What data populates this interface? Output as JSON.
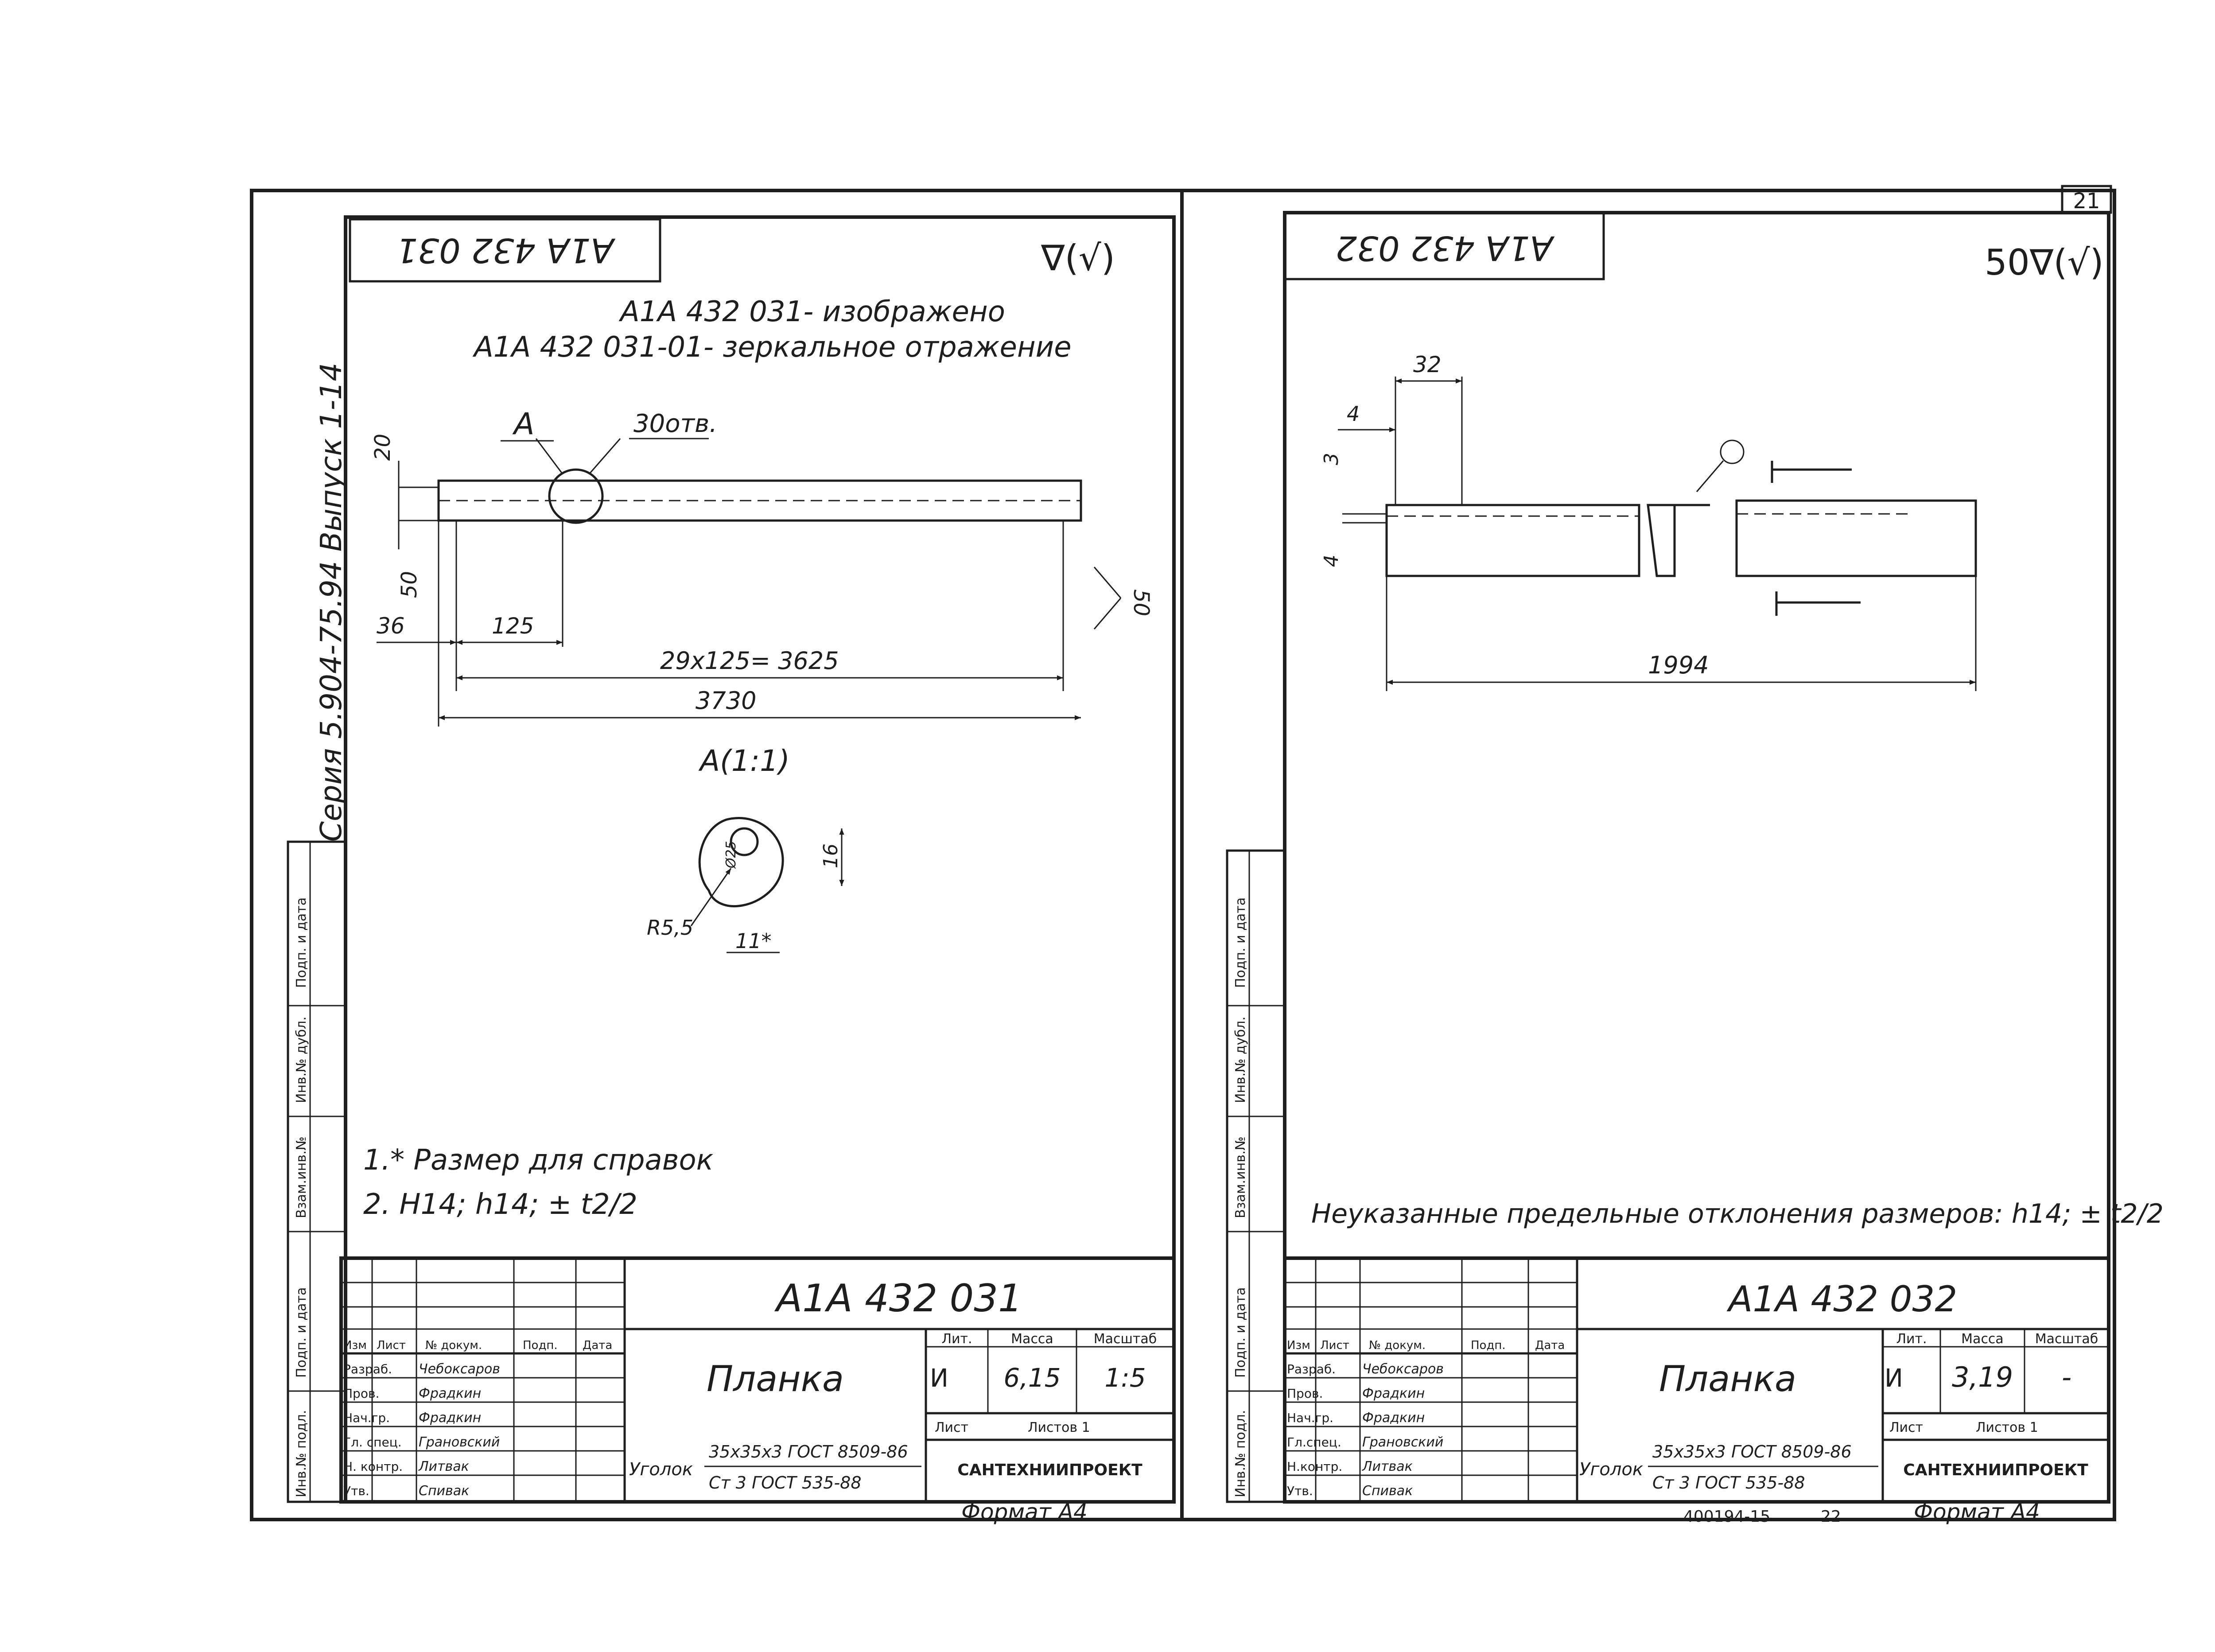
{
  "page_number": "21",
  "series_text": "Серия 5.904-75.94   Выпуск 1-14",
  "side_stamp_labels": [
    "Подп. и дата",
    "Инв.№ дубл.",
    "Взам.инв.№",
    "Подп. и дата",
    "Инв.№ подл."
  ],
  "left_sheet": {
    "stamp_code": "А1А 432 031",
    "roughness_left": "∇(√)",
    "header_line_1": "А1А 432 031- изображено",
    "header_line_2": "А1А 432 031-01- зеркальное отражение",
    "label_a": "А",
    "label_holes": "30отв.",
    "dim_20": "20",
    "dim_50_left": "50",
    "dim_50_right": "50",
    "dim_36": "36",
    "dim_125": "125",
    "dim_chain": "29х125= 3625",
    "dim_total": "3730",
    "view_label": "А(1:1)",
    "dim_r55": "R5,5",
    "dim_16": "16",
    "dim_11": "11*",
    "dim_d25": "Ø25",
    "note_1": "1.* Размер для справок",
    "note_2": "2. Н14; h14; ± t2/2",
    "title_code": "А1А 432 031",
    "title_name": "Планка",
    "col_headers": [
      "Изм",
      "Лист",
      "№ докум.",
      "Подп.",
      "Дата"
    ],
    "roles": [
      "Разраб.",
      "Пров.",
      "Нач.гр.",
      "Гл. спец.",
      "Н. контр.",
      "Утв."
    ],
    "names": [
      "Чебоксаров",
      "Фрадкин",
      "Фрадкин",
      "Грановский",
      "Литвак",
      "Спивак"
    ],
    "lit_label": "Лит.",
    "mass_label": "Масса",
    "scale_label": "Масштаб",
    "lit_value": "И",
    "mass_value": "6,15",
    "scale_value": "1:5",
    "sheet_label": "Лист",
    "sheets_label": "Листов 1",
    "material_prefix": "Уголок",
    "material_line_1": "35х35х3 ГОСТ 8509-86",
    "material_line_2": "Ст 3  ГОСТ 535-88",
    "org": "САНТЕХНИИПРОЕКТ",
    "format": "Формат А4"
  },
  "right_sheet": {
    "stamp_code": "А1А 432 032",
    "roughness": "50∇(√)",
    "dim_32": "32",
    "dim_4_top": "4",
    "dim_3": "3",
    "dim_4_left": "4",
    "dim_total": "1994",
    "note": "Неуказанные предельные отклонения размеров: h14; ± t2/2",
    "title_code": "А1А 432 032",
    "title_name": "Планка",
    "col_headers": [
      "Изм",
      "Лист",
      "№ докум.",
      "Подп.",
      "Дата"
    ],
    "roles": [
      "Разраб.",
      "Пров.",
      "Нач.гр.",
      "Гл.спец.",
      "Н.контр.",
      "Утв."
    ],
    "names": [
      "Чебоксаров",
      "Фрадкин",
      "Фрадкин",
      "Грановский",
      "Литвак",
      "Спивак"
    ],
    "lit_label": "Лит.",
    "mass_label": "Масса",
    "scale_label": "Масштаб",
    "lit_value": "И",
    "mass_value": "3,19",
    "scale_value": "-",
    "sheet_label": "Лист",
    "sheets_label": "Листов 1",
    "material_prefix": "Уголок",
    "material_line_1": "35х35х3 ГОСТ 8509-86",
    "material_line_2": "Ст 3  ГОСТ 535-88",
    "org": "САНТЕХНИИПРОЕКТ",
    "album_code": "400194-15",
    "page_num": "22",
    "format": "Формат А4"
  }
}
